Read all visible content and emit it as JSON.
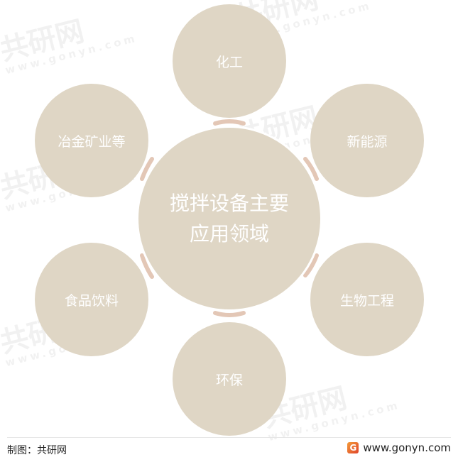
{
  "diagram": {
    "center": {
      "label": "搅拌设备主要\n应用领域"
    },
    "nodes": [
      {
        "id": "chemical",
        "label": "化工"
      },
      {
        "id": "new-energy",
        "label": "新能源"
      },
      {
        "id": "bio-engineering",
        "label": "生物工程"
      },
      {
        "id": "environmental",
        "label": "环保"
      },
      {
        "id": "food-beverage",
        "label": "食品饮料"
      },
      {
        "id": "metallurgy-mining",
        "label": "冶金矿业等"
      }
    ]
  },
  "watermark": {
    "cn": "共研网",
    "en": "www.gonyn.com"
  },
  "footer": {
    "credit": "制图：共研网",
    "site": "www.gonyn.com",
    "logo_glyph": "G"
  },
  "colors": {
    "circle_fill": "#dfd6c5",
    "connector": "#e3c7b6",
    "text": "#ffffff"
  }
}
